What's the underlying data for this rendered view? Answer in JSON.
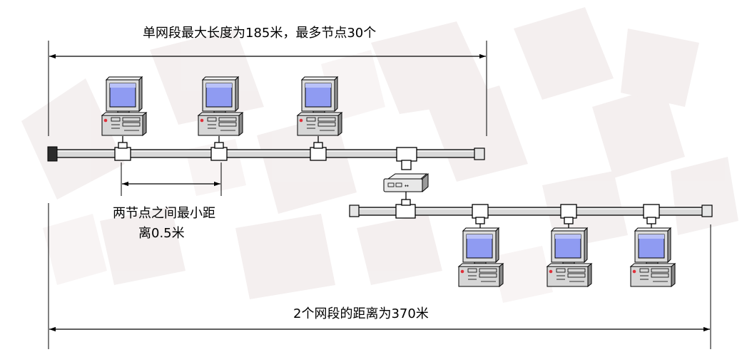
{
  "labels": {
    "segment_length": "单网段最大长度为185米，最多节点30个",
    "min_spacing_line1": "两节点之间最小距",
    "min_spacing_line2": "离0.5米",
    "total_distance": "2个网段的距离为370米"
  },
  "colors": {
    "line": "#000000",
    "cable_fill": "#d9d9d9",
    "screen": "#8f9bf2",
    "monitor_body": "#d9d9d9",
    "background_tiles": "#f2eded"
  },
  "icons": {
    "computer": "computer-icon",
    "repeater": "repeater-icon",
    "t_connector": "t-connector-icon",
    "terminator": "terminator-icon"
  }
}
